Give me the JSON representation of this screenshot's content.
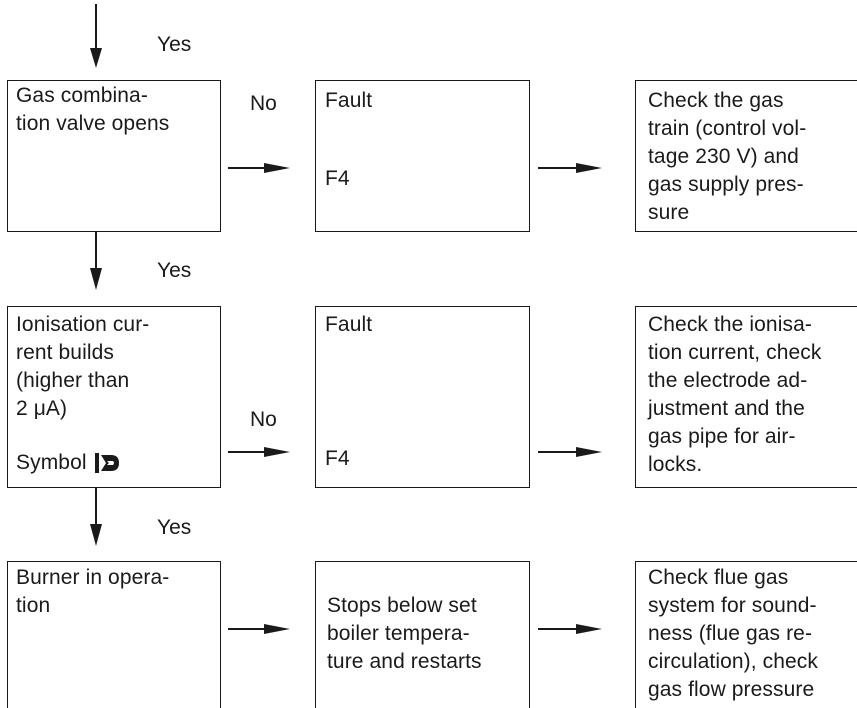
{
  "labels": {
    "yes1": "Yes",
    "no1": "No",
    "yes2": "Yes",
    "no2": "No",
    "yes3": "Yes"
  },
  "row1": {
    "condition": "Gas combina-\ntion valve opens",
    "fault_title": "Fault",
    "fault_code": "F4",
    "remedy": "Check the gas\ntrain (control vol-\ntage 230 V) and\ngas supply pres-\nsure"
  },
  "row2": {
    "condition": "Ionisation cur-\nrent builds\n(higher than\n2 μA)",
    "symbol_label": "Symbol",
    "symbol_icon": "flame-symbol-icon",
    "fault_title": "Fault",
    "fault_code": "F4",
    "remedy": "Check the ionisa-\ntion current, check\nthe electrode ad-\njustment and the\ngas pipe for air-\nlocks."
  },
  "row3": {
    "condition": "Burner in opera-\ntion",
    "result": "Stops below set\nboiler tempera-\nture and restarts",
    "remedy": "Check flue gas\nsystem for sound-\nness (flue gas re-\ncirculation), check\ngas flow pressure"
  }
}
